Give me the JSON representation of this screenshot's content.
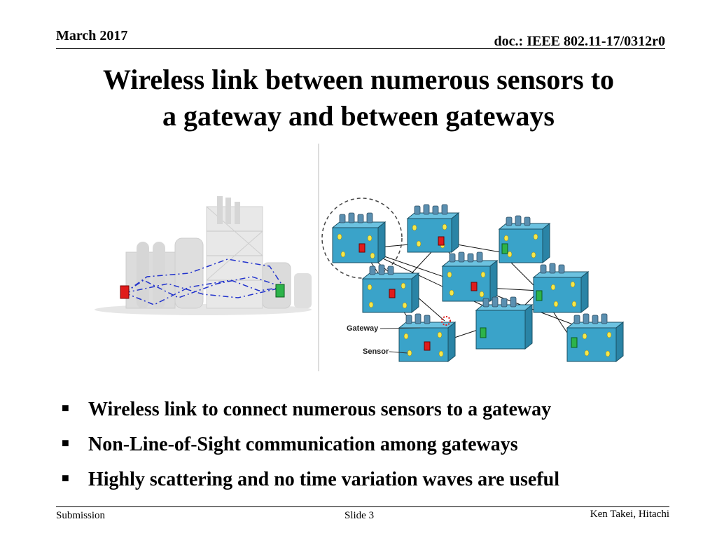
{
  "header": {
    "date": "March 2017",
    "doc": "doc.: IEEE 802.11-17/0312r0"
  },
  "title": {
    "line1": "Wireless link between numerous sensors to",
    "line2": "a gateway and between gateways"
  },
  "figure": {
    "gateway_label": "Gateway",
    "sensor_label": "Sensor"
  },
  "bullets": [
    "Wireless link to connect numerous sensors to a gateway",
    "Non-Line-of-Sight communication among gateways",
    "Highly scattering and no time variation waves are useful"
  ],
  "footer": {
    "left": "Submission",
    "center": "Slide 3",
    "right": "Ken Takei, Hitachi"
  },
  "colors": {
    "box": "#3aa3c9",
    "gateway": "#e01b1b",
    "sensor": "#2db34a",
    "sensor_dot": "#f5e74a",
    "path": "#2233cc"
  }
}
